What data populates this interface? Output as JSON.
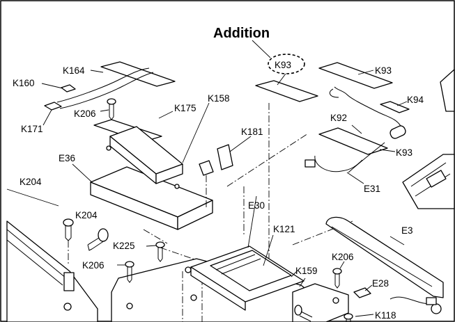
{
  "title": "Addition",
  "labels": {
    "k93_addition": "K93",
    "k93_top": "K93",
    "k94": "K94",
    "k92": "K92",
    "k93_lower": "K93",
    "e31": "E31",
    "k164": "K164",
    "k160": "K160",
    "k206_upper": "K206",
    "k171": "K171",
    "k175": "K175",
    "k158": "K158",
    "k181": "K181",
    "e36": "E36",
    "k204_left": "K204",
    "k204_screw": "K204",
    "e30": "E30",
    "k121": "K121",
    "e3": "E3",
    "k225": "K225",
    "k206_left": "K206",
    "k159": "K159",
    "k206_right": "K206",
    "e28": "E28",
    "k118": "K118"
  }
}
